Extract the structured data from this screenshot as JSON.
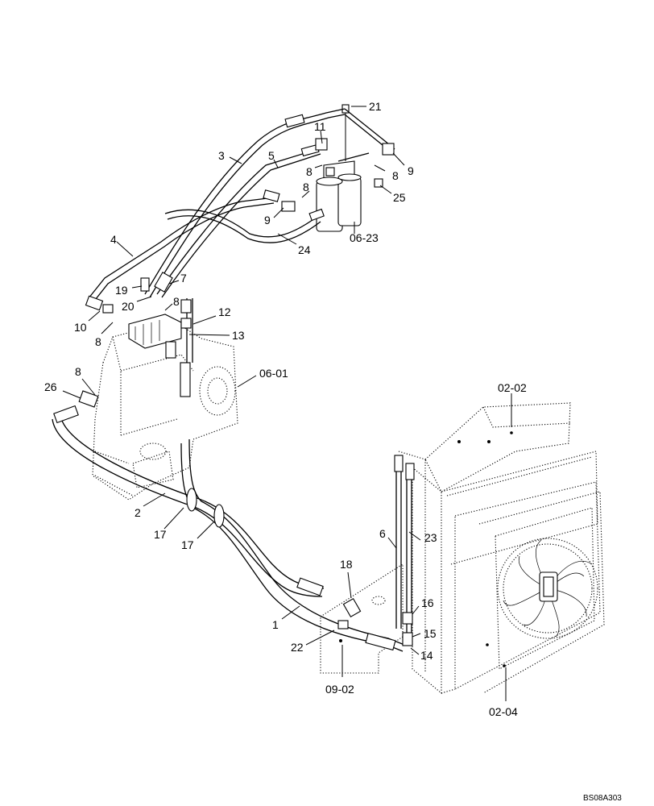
{
  "diagram": {
    "callouts": [
      {
        "id": "c21",
        "text": "21"
      },
      {
        "id": "c11",
        "text": "11"
      },
      {
        "id": "c3",
        "text": "3"
      },
      {
        "id": "c5",
        "text": "5"
      },
      {
        "id": "c8a",
        "text": "8"
      },
      {
        "id": "c9a",
        "text": "9"
      },
      {
        "id": "c8b",
        "text": "8"
      },
      {
        "id": "c8c",
        "text": "8"
      },
      {
        "id": "c25",
        "text": "25"
      },
      {
        "id": "c9b",
        "text": "9"
      },
      {
        "id": "c0623",
        "text": "06-23"
      },
      {
        "id": "c24",
        "text": "24"
      },
      {
        "id": "c4",
        "text": "4"
      },
      {
        "id": "c7",
        "text": "7"
      },
      {
        "id": "c19",
        "text": "19"
      },
      {
        "id": "c8d",
        "text": "8"
      },
      {
        "id": "c20",
        "text": "20"
      },
      {
        "id": "c10",
        "text": "10"
      },
      {
        "id": "c12",
        "text": "12"
      },
      {
        "id": "c8e",
        "text": "8"
      },
      {
        "id": "c13",
        "text": "13"
      },
      {
        "id": "c0601",
        "text": "06-01"
      },
      {
        "id": "c8f",
        "text": "8"
      },
      {
        "id": "c26",
        "text": "26"
      },
      {
        "id": "c0202",
        "text": "02-02"
      },
      {
        "id": "c2",
        "text": "2"
      },
      {
        "id": "c6",
        "text": "6"
      },
      {
        "id": "c23",
        "text": "23"
      },
      {
        "id": "c17a",
        "text": "17"
      },
      {
        "id": "c17b",
        "text": "17"
      },
      {
        "id": "c18",
        "text": "18"
      },
      {
        "id": "c16",
        "text": "16"
      },
      {
        "id": "c1",
        "text": "1"
      },
      {
        "id": "c15",
        "text": "15"
      },
      {
        "id": "c22",
        "text": "22"
      },
      {
        "id": "c14",
        "text": "14"
      },
      {
        "id": "c0902",
        "text": "09-02"
      },
      {
        "id": "c0204",
        "text": "02-04"
      }
    ],
    "reference": "BS08A303"
  }
}
